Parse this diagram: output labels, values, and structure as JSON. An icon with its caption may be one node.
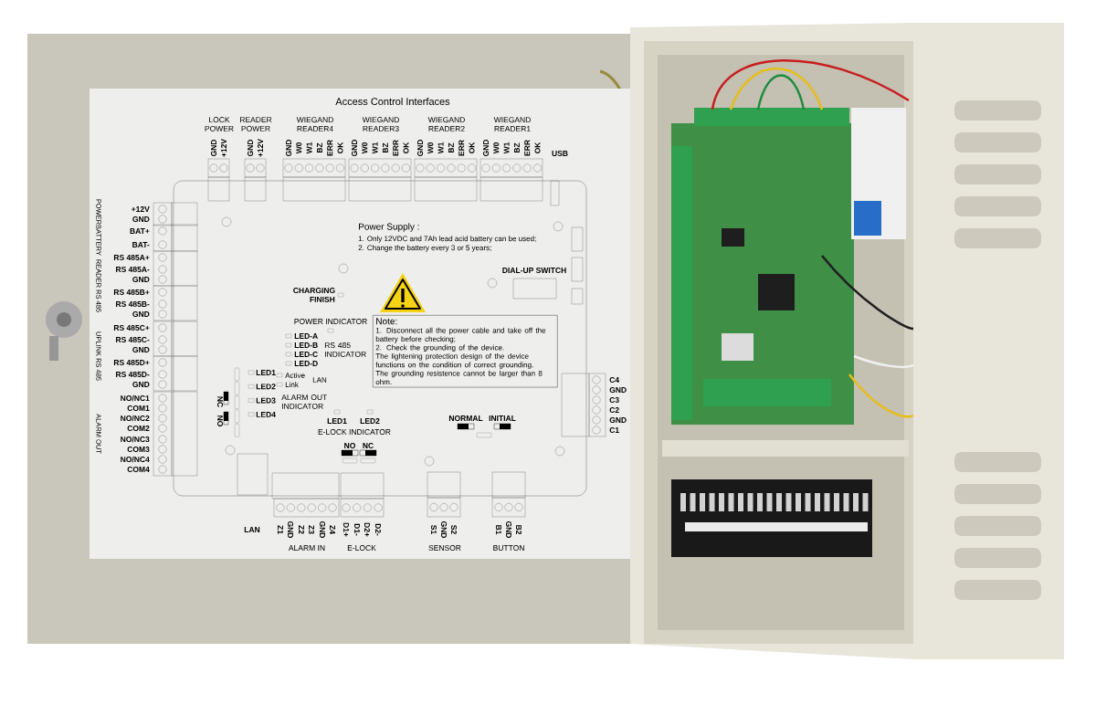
{
  "diagram": {
    "title": "Access Control Interfaces",
    "nodes": [
      {
        "text": [
          "Note:",
          "1. Disconnect all the power cable and take off the battery before checking;",
          "2. Check the grounding of the device.",
          "The lightening protection design of the device functions on the condition of correct grounding.",
          "The grounding resistence cannot be larger than 8 ohm."
        ]
      }
    ],
    "labels": [
      "LOCK POWER",
      "READER POWER",
      "WIEGAND READER4",
      "WIEGAND READER3",
      "WIEGAND READER2",
      "WIEGAND READER1",
      "GND",
      "+12V",
      "GND",
      "+12V",
      "GND",
      "W0",
      "W1",
      "BZ",
      "ERR",
      "OK",
      "GND",
      "W0",
      "W1",
      "BZ",
      "ERR",
      "OK",
      "GND",
      "W0",
      "W1",
      "BZ",
      "ERR",
      "OK",
      "GND",
      "W0",
      "W1",
      "BZ",
      "ERR",
      "OK",
      "USB",
      "POWER",
      "BATTERY",
      "READER RS 485",
      "UPLINK RS 485",
      "ALARM OUT",
      "+12V",
      "GND",
      "BAT+",
      "BAT-",
      "RS 485A+",
      "RS 485A-",
      "GND",
      "RS 485B+",
      "RS 485B-",
      "GND",
      "RS 485C+",
      "RS 485C-",
      "GND",
      "RS 485D+",
      "RS 485D-",
      "GND",
      "NO/NC1",
      "COM1",
      "NO/NC2",
      "COM2",
      "NO/NC3",
      "COM3",
      "NO/NC4",
      "COM4",
      "Power Supply :",
      "1. Only 12VDC and 7Ah lead acid battery can be used;",
      "2. Change the battery every 3 or 5 years;",
      "DIAL-UP SWITCH",
      "CHARGING FINISH",
      "POWER INDICATOR",
      "LED-A",
      "LED-B",
      "LED-C",
      "LED-D",
      "RS 485 INDICATOR",
      "LED1",
      "LED2",
      "Active",
      "Link",
      "LAN",
      "NC",
      "LED3",
      "ALARM OUT INDICATOR",
      "NO",
      "LED4",
      "NORMAL",
      "INITIAL",
      "LED1",
      "LED2",
      "E-LOCK INDICATOR",
      "NO",
      "NC",
      "C4",
      "GND",
      "C3",
      "C2",
      "GND",
      "C1",
      "LAN",
      "Z1",
      "GND",
      "Z2",
      "Z3",
      "GND",
      "Z4",
      "D1+",
      "D1-",
      "D2+",
      "D2-",
      "S1",
      "GND",
      "S2",
      "B1",
      "GND",
      "B2",
      "ALARM IN",
      "E-LOCK",
      "SENSOR",
      "BUTTON"
    ]
  }
}
